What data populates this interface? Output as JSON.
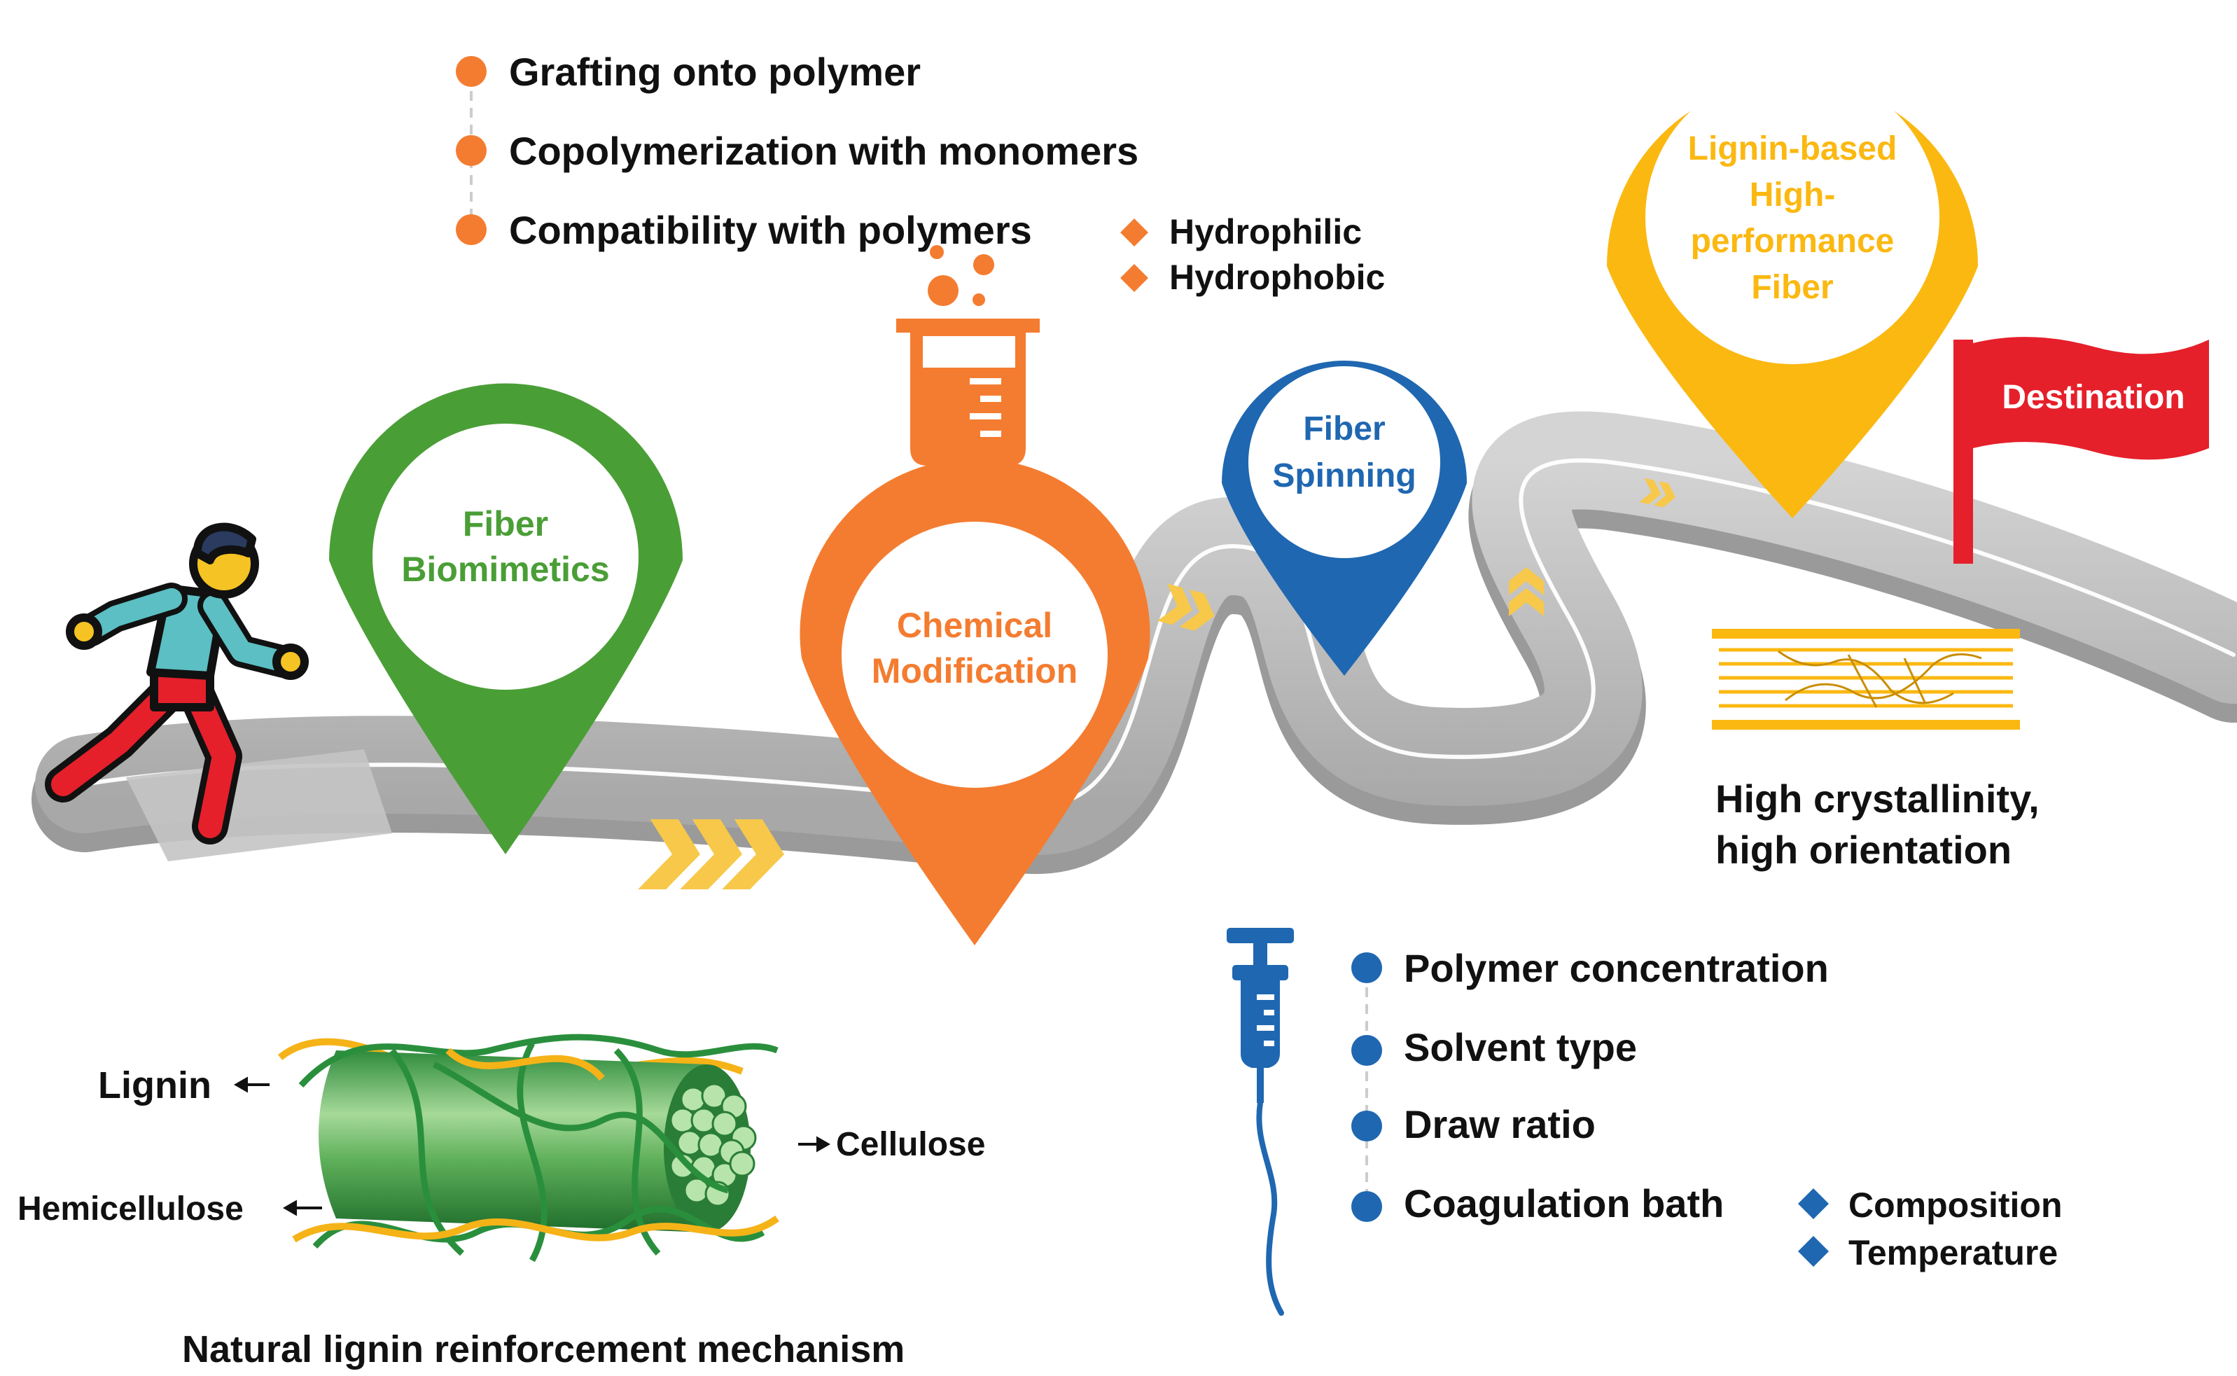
{
  "chemical_list": {
    "items": [
      "Grafting onto polymer",
      "Copolymerization with monomers",
      "Compatibility with polymers"
    ],
    "sub_items": [
      "Hydrophilic",
      "Hydrophobic"
    ]
  },
  "spinning_list": {
    "items": [
      "Polymer concentration",
      "Solvent type",
      "Draw ratio",
      "Coagulation bath"
    ],
    "sub_items": [
      "Composition",
      "Temperature"
    ]
  },
  "pins": {
    "biomimetics": {
      "line1": "Fiber",
      "line2": "Biomimetics"
    },
    "chemical": {
      "line1": "Chemical",
      "line2": "Modification"
    },
    "spinning": {
      "line1": "Fiber",
      "line2": "Spinning"
    },
    "final": {
      "line1": "Lignin-based",
      "line2": "High-",
      "line3": "performance",
      "line4": "Fiber"
    }
  },
  "flag": {
    "label": "Destination"
  },
  "crystallinity": {
    "line1": "High crystallinity,",
    "line2": "high orientation"
  },
  "fiber_mechanism": {
    "lignin": "Lignin",
    "hemicellulose": "Hemicellulose",
    "cellulose": "Cellulose",
    "caption": "Natural lignin reinforcement mechanism"
  },
  "colors": {
    "green": "#4a9e36",
    "orange": "#f47c30",
    "blue": "#1f67b1",
    "yellow": "#fbb811",
    "red": "#e5202b",
    "road": "#c9c9c9"
  },
  "icons": [
    "runner-icon",
    "beaker-icon",
    "syringe-icon",
    "flag-icon",
    "map-pin-icon"
  ]
}
